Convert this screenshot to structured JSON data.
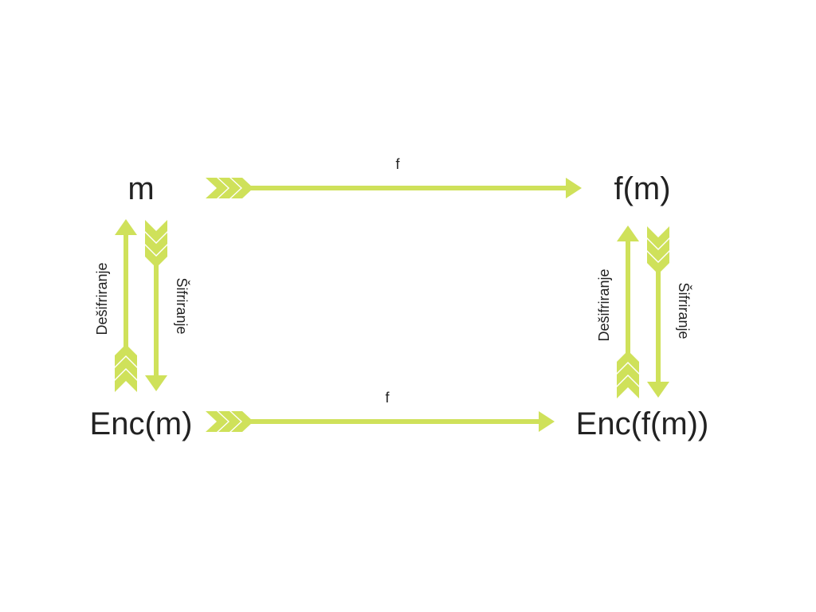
{
  "colors": {
    "arrow": "#cfe15a",
    "text": "#222222",
    "background": "#ffffff"
  },
  "nodes": {
    "m": "m",
    "fm": "f(m)",
    "enc_m": "Enc(m)",
    "enc_fm": "Enc(f(m))"
  },
  "edges": {
    "top_label": "f",
    "bottom_label": "f",
    "left_decrypt": "Dešifriranje",
    "left_encrypt": "Šifriranje",
    "right_decrypt": "Dešifriranje",
    "right_encrypt": "Šifriranje"
  }
}
